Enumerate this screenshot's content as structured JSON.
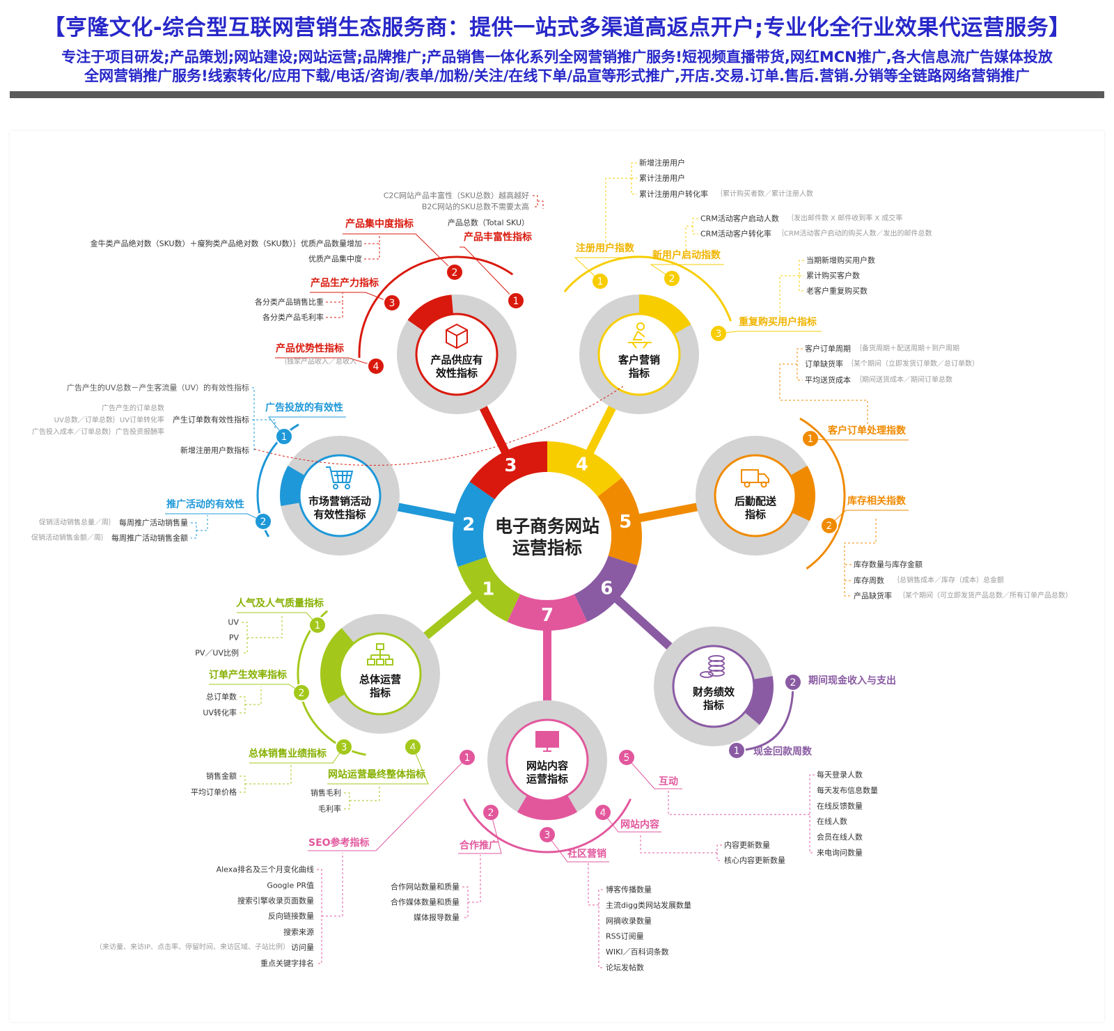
{
  "header": {
    "title": "【亨隆文化-综合型互联网营销生态服务商：提供一站式多渠道高返点开户;专业化全行业效果代运营服务】",
    "subtitle_line1": "专注于项目研发;产品策划;网站建设;网站运营;品牌推广;产品销售一体化系列全网营销推广服务!短视频直播带货,网红MCN推广,各大信息流广告媒体投放",
    "subtitle_line2": "全网营销推广服务!线索转化/应用下载/电话/咨询/表单/加粉/关注/在线下单/品宣等形式推广,开店.交易.订单.售后.营销.分销等全链路网络营销推广"
  },
  "center": {
    "line1": "电子商务网站",
    "line2": "运营指标",
    "segments": [
      {
        "num": "1",
        "color": "#a3c81b"
      },
      {
        "num": "2",
        "color": "#1e98d8"
      },
      {
        "num": "3",
        "color": "#d9190d"
      },
      {
        "num": "4",
        "color": "#f7cd00"
      },
      {
        "num": "5",
        "color": "#f08a00"
      },
      {
        "num": "6",
        "color": "#8a5ba3"
      },
      {
        "num": "7",
        "color": "#e2579c"
      }
    ]
  },
  "hubs": [
    {
      "id": "overall",
      "line1": "总体运营",
      "line2": "指标",
      "color": "#a3c81b",
      "icon": "org-chart-icon"
    },
    {
      "id": "marketing",
      "line1": "市场营销活动",
      "line2": "有效性指标",
      "color": "#1e98d8",
      "icon": "shopping-cart-icon"
    },
    {
      "id": "product",
      "line1": "产品供应有",
      "line2": "效性指标",
      "color": "#d9190d",
      "icon": "cube-icon"
    },
    {
      "id": "customer",
      "line1": "客户营销",
      "line2": "指标",
      "color": "#f7cd00",
      "icon": "person-desk-icon"
    },
    {
      "id": "logistics",
      "line1": "后勤配送",
      "line2": "指标",
      "color": "#f08a00",
      "icon": "truck-icon"
    },
    {
      "id": "finance",
      "line1": "财务绩效",
      "line2": "指标",
      "color": "#8a5ba3",
      "icon": "coins-icon"
    },
    {
      "id": "content",
      "line1": "网站内容",
      "line2": "运营指标",
      "color": "#e2579c",
      "icon": "monitor-icon"
    }
  ],
  "groups": {
    "product": [
      {
        "num": "1",
        "title": "产品丰富性指标",
        "items": [
          "C2C网站产品丰富性（SKU总数）越高越好",
          "B2C网站的SKU总数不需要太高",
          "产品总数（Total SKU）"
        ]
      },
      {
        "num": "2",
        "title": "产品集中度指标",
        "items": [
          "金牛类产品绝对数（SKU数）＋瘦狗类产品绝对数（SKU数）｝优质产品数量增加",
          "优质产品集中度"
        ]
      },
      {
        "num": "3",
        "title": "产品生产力指标",
        "items": [
          "各分类产品销售比重",
          "各分类产品毛利率"
        ]
      },
      {
        "num": "4",
        "title": "产品优势性指标",
        "items": [
          "｛独家产品收入／总收入"
        ]
      }
    ],
    "customer": [
      {
        "num": "1",
        "title": "注册用户指数",
        "items": [
          "新增注册用户",
          "累计注册用户",
          "累计注册用户转化率",
          "｛累计购买者数／累计注册人数"
        ]
      },
      {
        "num": "2",
        "title": "新用户启动指数",
        "items": [
          "CRM活动客户启动人数",
          "｛发出邮件数 X 邮件收到率 X 成交率",
          "CRM活动客户转化率",
          "｛CRM活动客户启动的购买人数／发出的邮件总数"
        ]
      },
      {
        "num": "3",
        "title": "重复购买用户指标",
        "items": [
          "当期新增购买用户数",
          "累计购买客户数",
          "老客户重复购买数"
        ]
      }
    ],
    "logistics": [
      {
        "num": "1",
        "title": "客户订单处理指数",
        "items": [
          "客户订单周期",
          "｛备货周期＋配送周期＋到户周期",
          "订单缺货率",
          "｛某个期间（立即发货订单数／总订单数）",
          "平均送货成本",
          "｛期间送货成本／期间订单总数"
        ]
      },
      {
        "num": "2",
        "title": "库存相关指数",
        "items": [
          "库存数量与库存金额",
          "库存周数",
          "｛总销售成本／库存（成本）总金额",
          "产品缺货率",
          "｛某个期间（可立即发货产品总数／所有订单产品总数）"
        ]
      }
    ],
    "marketing": [
      {
        "num": "1",
        "title": "广告投放的有效性",
        "items": [
          "广告产生的UV总数－产生客流量（UV）的有效性指标",
          "广告产生的订单总数",
          "UV总数／订单总数｝UV订单转化率",
          "广告投入成本／订单总数｝广告投资报酬率",
          "产生订单数有效性指标",
          "新增注册用户数指标"
        ]
      },
      {
        "num": "2",
        "title": "推广活动的有效性",
        "items": [
          "促销活动销售总量／周｝",
          "每周推广活动销售量",
          "促销活动销售金额／周｝",
          "每周推广活动销售金额"
        ]
      }
    ],
    "overall": [
      {
        "num": "1",
        "title": "人气及人气质量指标",
        "items": [
          "UV",
          "PV",
          "PV／UV比例"
        ]
      },
      {
        "num": "2",
        "title": "订单产生效率指标",
        "items": [
          "总订单数",
          "UV转化率"
        ]
      },
      {
        "num": "3",
        "title": "总体销售业绩指标",
        "items": [
          "销售金额",
          "平均订单价格"
        ]
      },
      {
        "num": "4",
        "title": "网站运营最终整体指标",
        "items": [
          "销售毛利",
          "毛利率"
        ]
      }
    ],
    "finance": [
      {
        "num": "2",
        "title": "期间现金收入与支出",
        "items": []
      },
      {
        "num": "1",
        "title": "现金回款周数",
        "items": []
      }
    ],
    "content": [
      {
        "num": "1",
        "title": "SEO参考指标",
        "items": [
          "Alexa排名及三个月变化曲线",
          "Google PR值",
          "搜索引擎收录页面数量",
          "反向链接数量",
          "搜索来源",
          "（来访量、来访IP、点击率、停留时间、来访区域、子站比例）",
          "访问量",
          "重点关键字排名"
        ]
      },
      {
        "num": "2",
        "title": "合作推广",
        "items": [
          "合作网站数量和质量",
          "合作媒体数量和质量",
          "媒体报导数量"
        ]
      },
      {
        "num": "3",
        "title": "社区营销",
        "items": [
          "博客传播数量",
          "主流digg类网站发展数量",
          "网摘收录数量",
          "RSS订阅量",
          "WIKI／百科词条数",
          "论坛发帖数"
        ]
      },
      {
        "num": "4",
        "title": "网站内容",
        "items": [
          "内容更新数量",
          "核心内容更新数量"
        ]
      },
      {
        "num": "5",
        "title": "互动",
        "items": [
          "每天登录人数",
          "每天发布信息数量",
          "在线反馈数量",
          "在线人数",
          "会员在线人数",
          "来电询问数量"
        ]
      }
    ]
  }
}
